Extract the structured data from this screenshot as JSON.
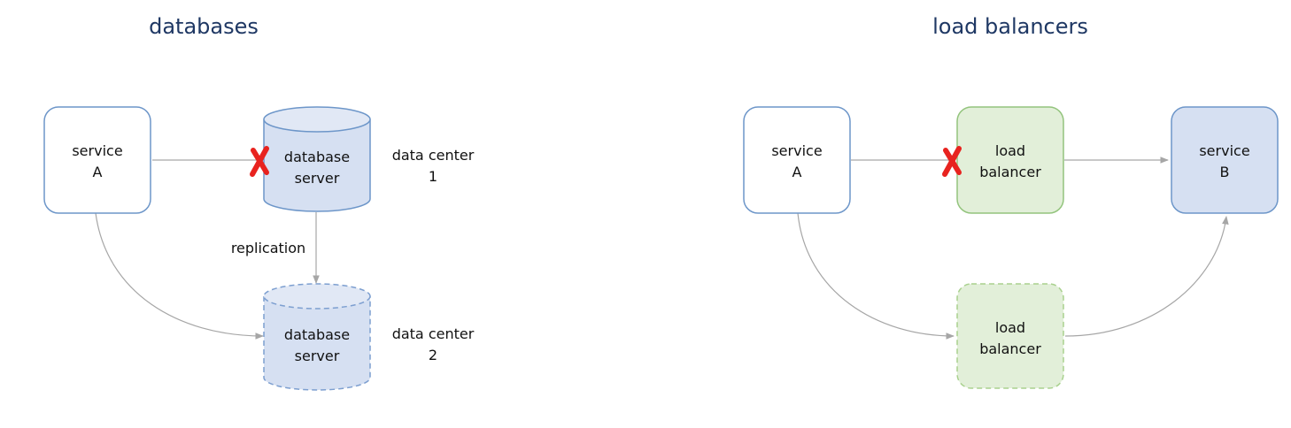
{
  "panels": {
    "databases": {
      "title": "databases",
      "service_a": {
        "line1": "service",
        "line2": "A"
      },
      "db_primary": {
        "line1": "database",
        "line2": "server"
      },
      "db_replica": {
        "line1": "database",
        "line2": "server"
      },
      "dc1": {
        "line1": "data center",
        "line2": "1"
      },
      "dc2": {
        "line1": "data center",
        "line2": "2"
      },
      "replication_label": "replication"
    },
    "load_balancers": {
      "title": "load balancers",
      "service_a": {
        "line1": "service",
        "line2": "A"
      },
      "lb_primary": {
        "line1": "load",
        "line2": "balancer"
      },
      "lb_backup": {
        "line1": "load",
        "line2": "balancer"
      },
      "service_b": {
        "line1": "service",
        "line2": "B"
      }
    }
  },
  "colors": {
    "title": "#1f3864",
    "node_border_blue": "#6d96c9",
    "node_fill_blue": "#d6e0f2",
    "node_border_green": "#93c47d",
    "node_fill_green": "#e2efd9",
    "connector": "#a6a6a6",
    "failure_mark": "#e8231f"
  },
  "icons": {
    "failure": "x-mark-icon"
  }
}
